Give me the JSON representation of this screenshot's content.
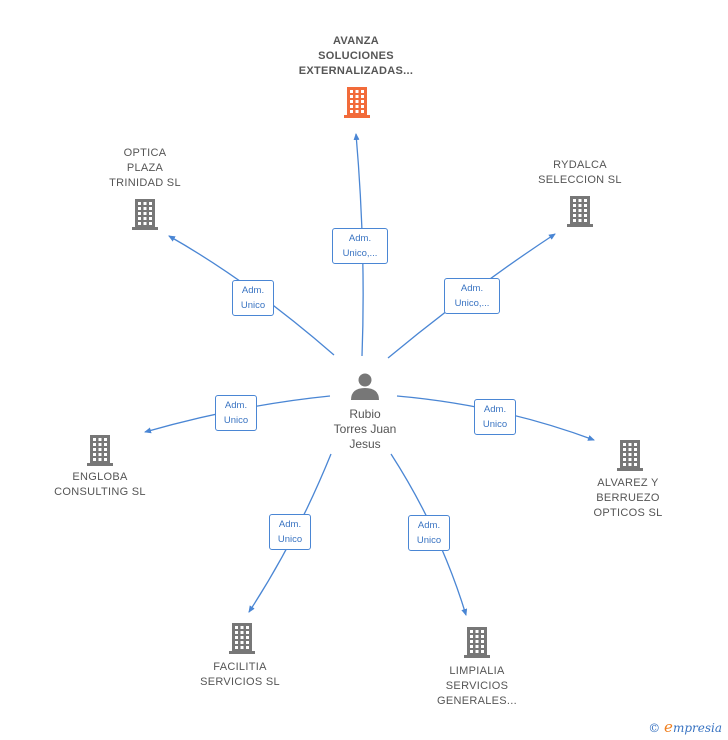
{
  "center": {
    "label": "Rubio\nTorres Juan\nJesus",
    "icon": "person-icon"
  },
  "companies": [
    {
      "id": "avanza",
      "label": "AVANZA\nSOLUCIONES\nEXTERNALIZADAS...",
      "highlight": true,
      "color": "#f26b3a",
      "edge_label": "Adm.\nUnico,..."
    },
    {
      "id": "optica",
      "label": "OPTICA\nPLAZA\nTRINIDAD  SL",
      "highlight": false,
      "color": "#777777",
      "edge_label": "Adm.\nUnico"
    },
    {
      "id": "rydalca",
      "label": "RYDALCA\nSELECCION SL",
      "highlight": false,
      "color": "#777777",
      "edge_label": "Adm.\nUnico,..."
    },
    {
      "id": "engloba",
      "label": "ENGLOBA\nCONSULTING SL",
      "highlight": false,
      "color": "#777777",
      "edge_label": "Adm.\nUnico"
    },
    {
      "id": "alvarez",
      "label": "ALVAREZ Y\nBERRUEZO\nOPTICOS SL",
      "highlight": false,
      "color": "#777777",
      "edge_label": "Adm.\nUnico"
    },
    {
      "id": "facilitia",
      "label": "FACILITIA\nSERVICIOS SL",
      "highlight": false,
      "color": "#777777",
      "edge_label": "Adm.\nUnico"
    },
    {
      "id": "limpialia",
      "label": "LIMPIALIA\nSERVICIOS\nGENERALES...",
      "highlight": false,
      "color": "#777777",
      "edge_label": "Adm.\nUnico"
    }
  ],
  "edge_color": "#4a86d4",
  "footer": {
    "copyright": "©",
    "brand_initial": "e",
    "brand_rest": "mpresia"
  }
}
